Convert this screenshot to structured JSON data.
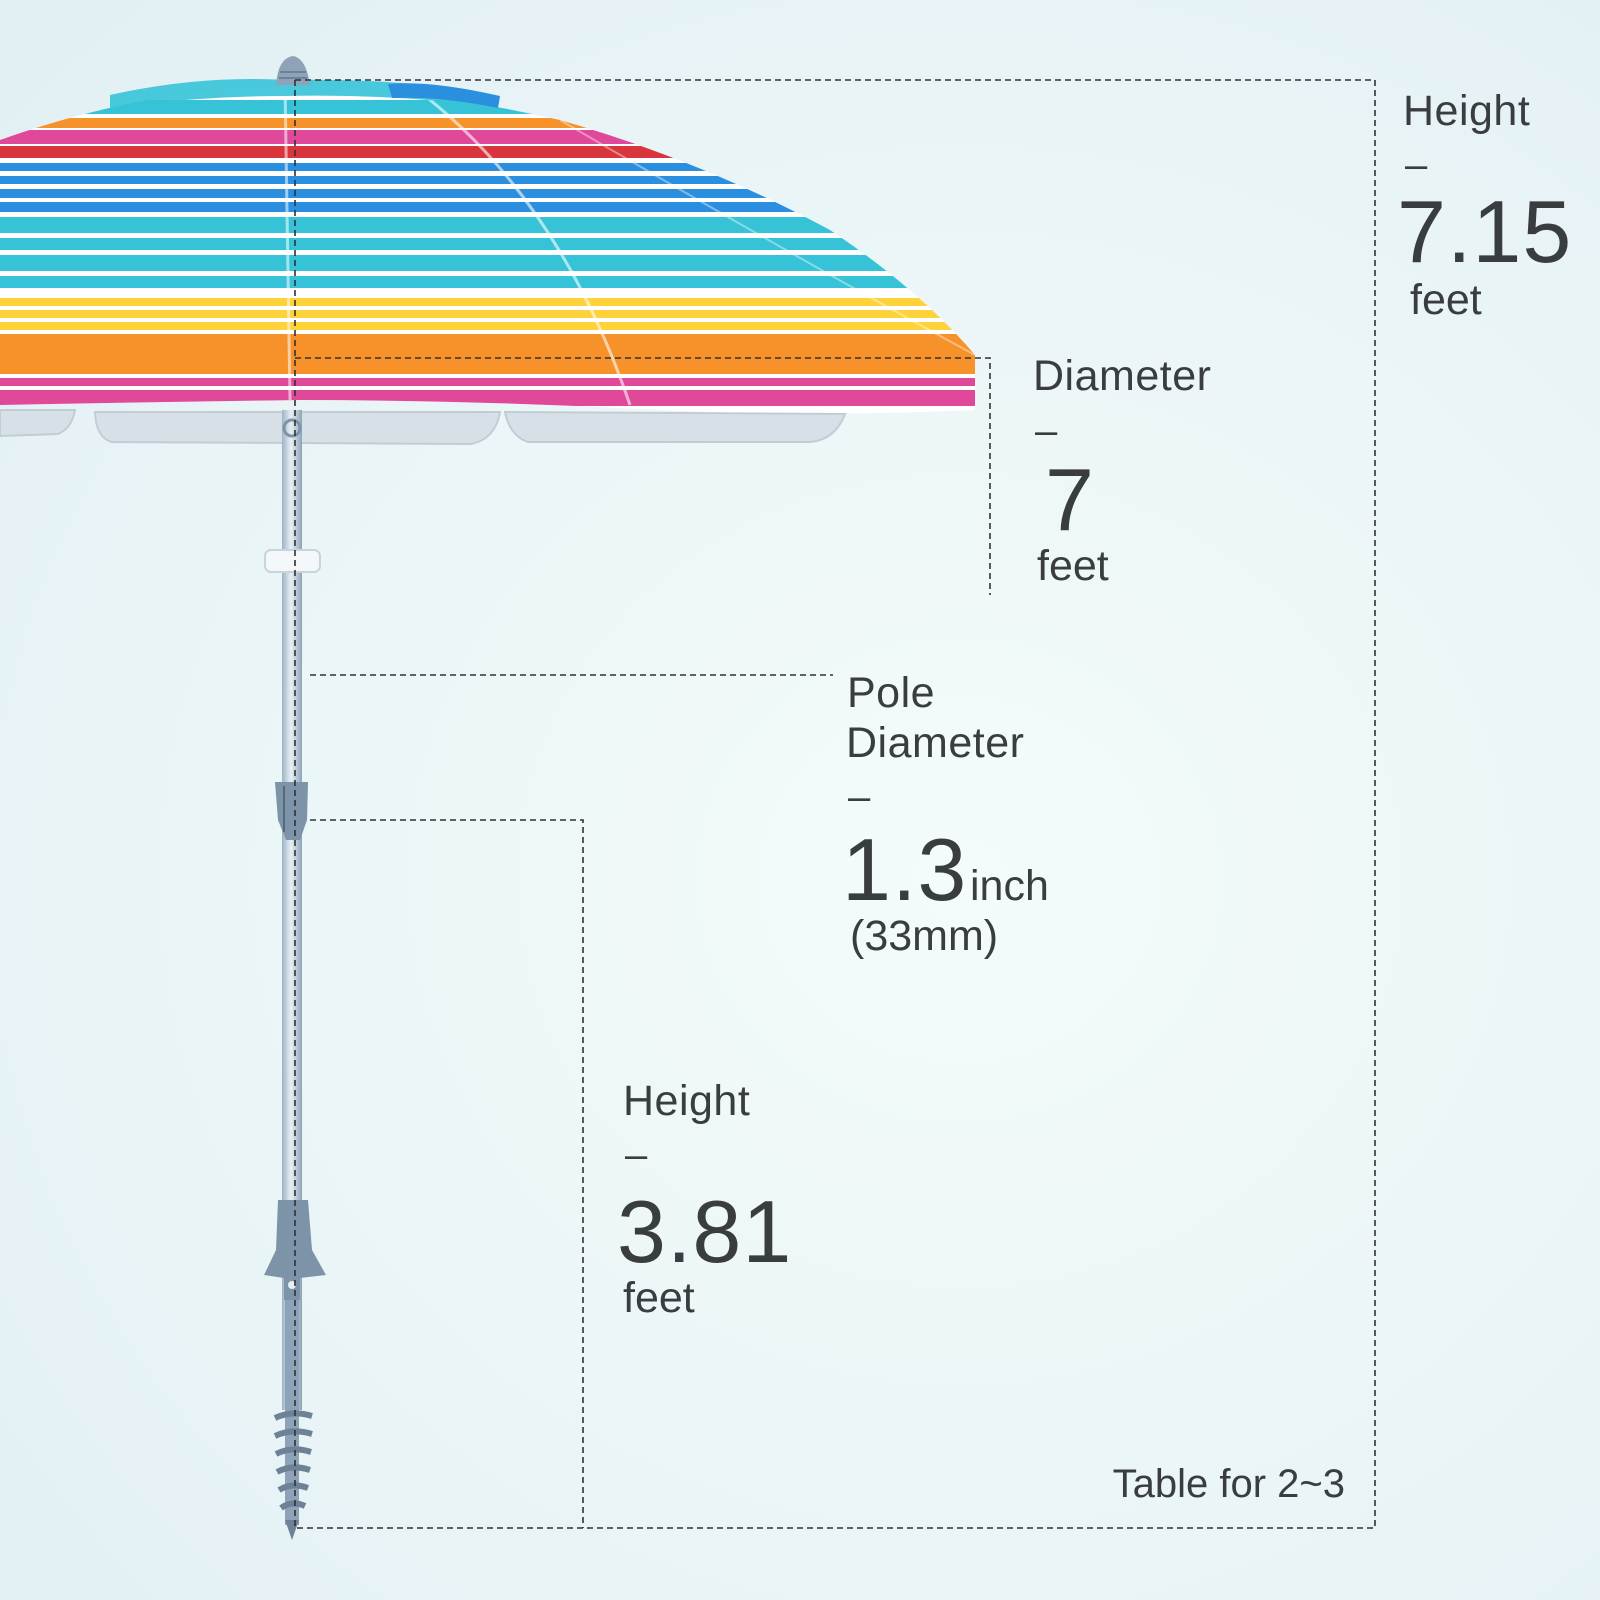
{
  "total_height": {
    "label": "Height",
    "sep": "–",
    "value": "7.15",
    "unit": "feet"
  },
  "diameter": {
    "label": "Diameter",
    "sep": "–",
    "value": "7",
    "unit": "feet"
  },
  "pole_diameter": {
    "label_line1": "Pole",
    "label_line2": "Diameter",
    "sep": "–",
    "value": "1.3",
    "unit": "inch",
    "metric": "(33mm)"
  },
  "lower_height": {
    "label": "Height",
    "sep": "–",
    "value": "3.81",
    "unit": "feet"
  },
  "footer_note": "Table for 2~3",
  "colors": {
    "text": "#3a3d40",
    "dashline": "#2f3236",
    "pole": "#b9c8d6",
    "fittings": "#7d93a8",
    "stripes": [
      "#2b8fe0",
      "#36c3d8",
      "#ffd23a",
      "#f7922a",
      "#e0489a",
      "#d8363c",
      "#ffffff"
    ]
  }
}
